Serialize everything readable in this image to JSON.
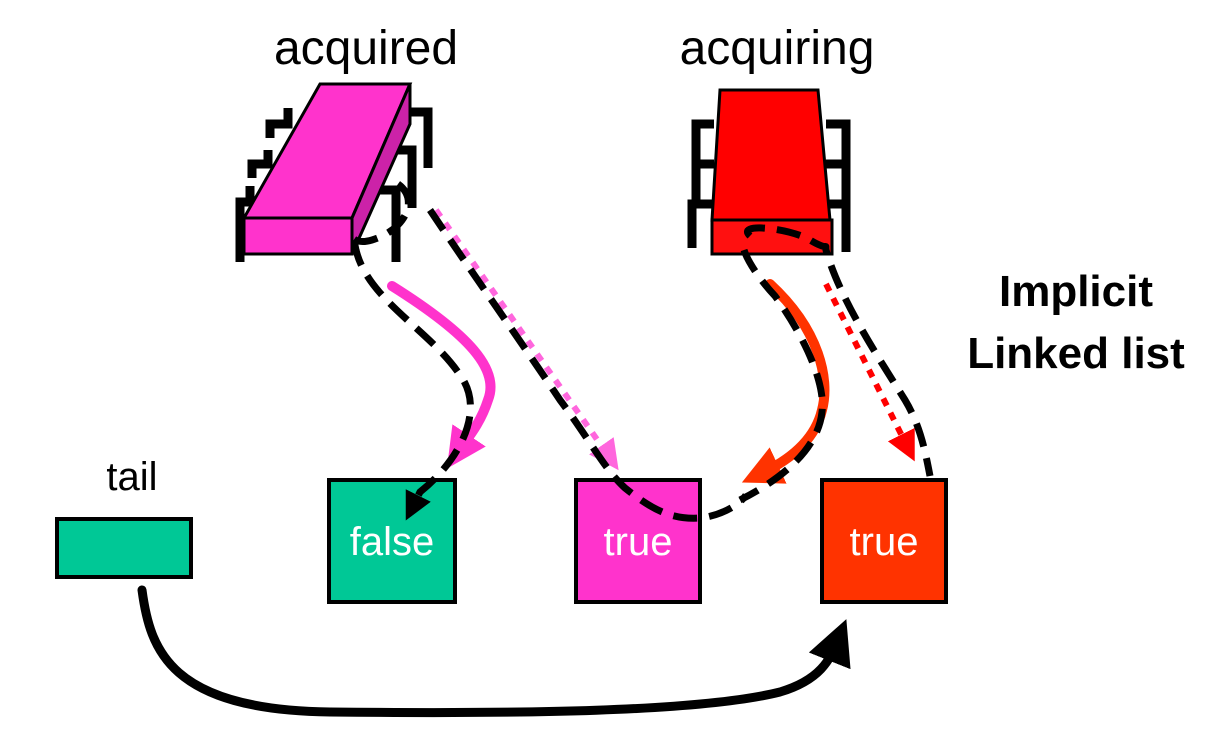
{
  "labels": {
    "acquired": "acquired",
    "acquiring": "acquiring",
    "tail": "tail",
    "implicit_line1": "Implicit",
    "implicit_line2": "Linked list"
  },
  "nodes": {
    "node1": {
      "value": "false",
      "color": "#00C896"
    },
    "node2": {
      "value": "true",
      "color": "#FF33CC"
    },
    "node3": {
      "value": "true",
      "color": "#FF3300"
    }
  },
  "tail_color": "#00C896",
  "chips": {
    "acquired": {
      "color": "#FF33CC",
      "icon": "pink-chip-icon"
    },
    "acquiring": {
      "color": "#FF0000",
      "icon": "red-chip-icon"
    }
  }
}
